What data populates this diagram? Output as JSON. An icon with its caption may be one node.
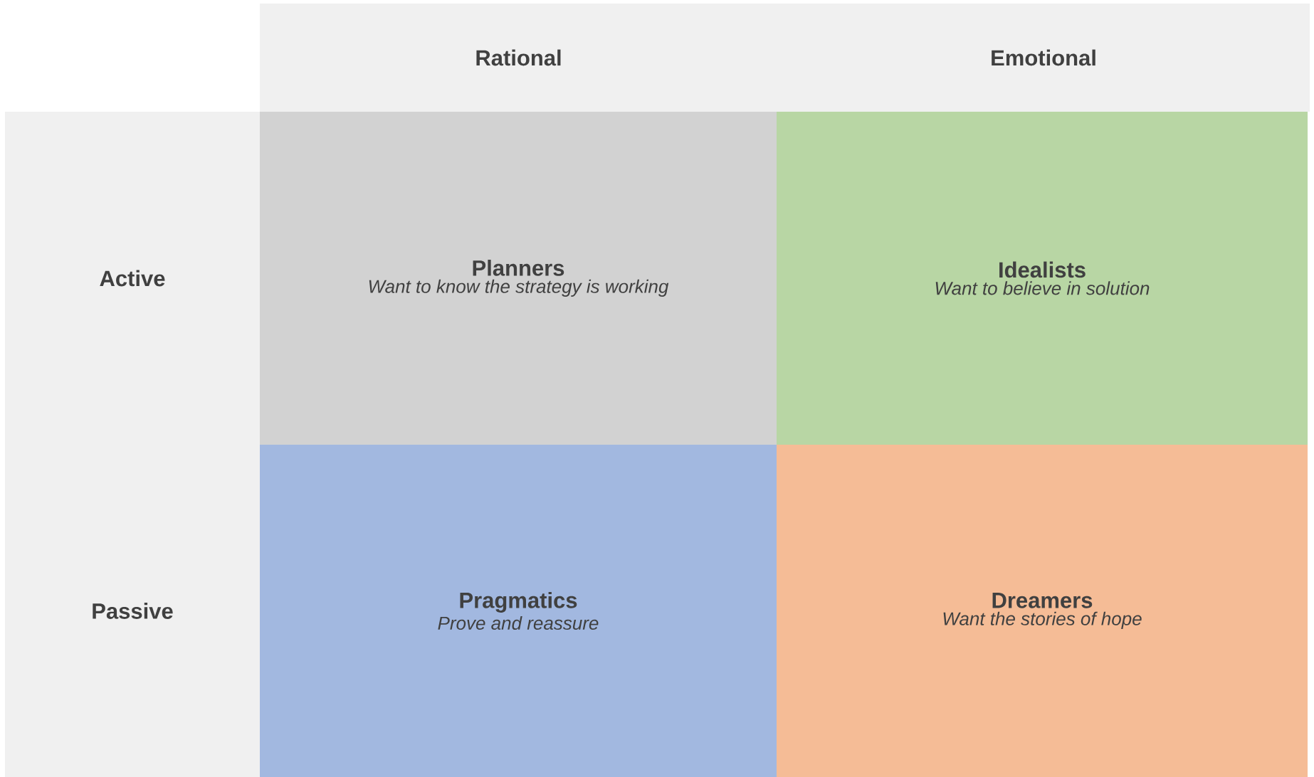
{
  "diagram": {
    "nodes": [
      {
        "text": [
          "Rational"
        ]
      },
      {
        "text": [
          "Emotional"
        ]
      },
      {
        "text": [
          "Active"
        ]
      },
      {
        "text": [
          "Passive"
        ]
      },
      {
        "text": [
          "Planners",
          "Want to know the strategy is working"
        ]
      },
      {
        "text": [
          "Idealists",
          "Want to believe in solution"
        ]
      },
      {
        "text": [
          "Pragmatics",
          "Prove and reassure"
        ]
      },
      {
        "text": [
          "Dreamers",
          "Want the stories of hope"
        ]
      }
    ]
  }
}
